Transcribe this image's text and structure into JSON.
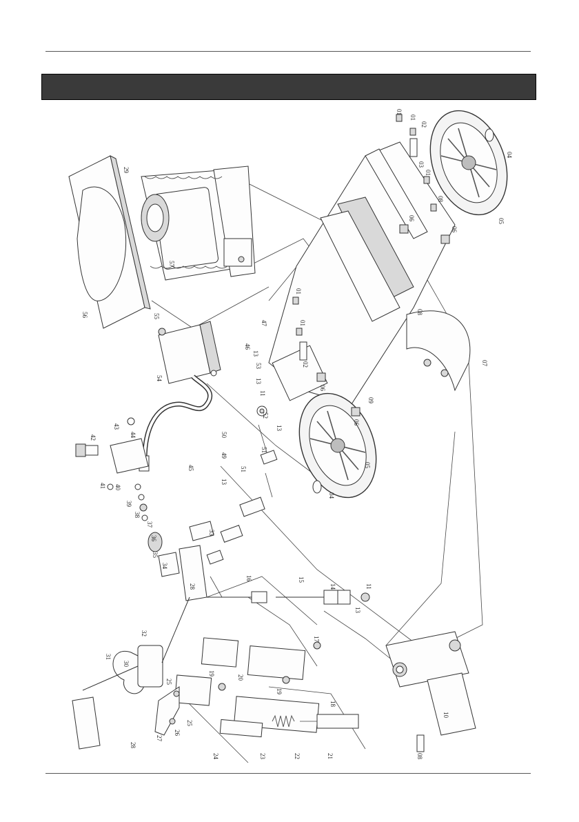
{
  "page": {
    "title": "",
    "footer": ""
  },
  "diagram": {
    "type": "exploded-parts-view",
    "part_labels": [
      {
        "id": "l01a",
        "text": "01"
      },
      {
        "id": "l01b",
        "text": "01"
      },
      {
        "id": "l02a",
        "text": "02"
      },
      {
        "id": "l03",
        "text": "03"
      },
      {
        "id": "l01c",
        "text": "01"
      },
      {
        "id": "l04a",
        "text": "04"
      },
      {
        "id": "l05a",
        "text": "05"
      },
      {
        "id": "l08a",
        "text": "08"
      },
      {
        "id": "l06a",
        "text": "06"
      },
      {
        "id": "l06b",
        "text": "06"
      },
      {
        "id": "l01d",
        "text": "01"
      },
      {
        "id": "l01e",
        "text": "01"
      },
      {
        "id": "l02b",
        "text": "02"
      },
      {
        "id": "l09",
        "text": "09"
      },
      {
        "id": "l08b",
        "text": "08"
      },
      {
        "id": "l07",
        "text": "07"
      },
      {
        "id": "l06c",
        "text": "06"
      },
      {
        "id": "l06d",
        "text": "06"
      },
      {
        "id": "l05b",
        "text": "05"
      },
      {
        "id": "l04b",
        "text": "04"
      },
      {
        "id": "l29",
        "text": "29"
      },
      {
        "id": "l56",
        "text": "56"
      },
      {
        "id": "l57",
        "text": "57"
      },
      {
        "id": "l55",
        "text": "55"
      },
      {
        "id": "l54",
        "text": "54"
      },
      {
        "id": "l46",
        "text": "46"
      },
      {
        "id": "l47",
        "text": "47"
      },
      {
        "id": "l13a",
        "text": "13"
      },
      {
        "id": "l53",
        "text": "53"
      },
      {
        "id": "l13b",
        "text": "13"
      },
      {
        "id": "l11a",
        "text": "11"
      },
      {
        "id": "l52",
        "text": "52"
      },
      {
        "id": "l13c",
        "text": "13"
      },
      {
        "id": "l50",
        "text": "50"
      },
      {
        "id": "l51a",
        "text": "51"
      },
      {
        "id": "l51b",
        "text": "51"
      },
      {
        "id": "l49",
        "text": "49"
      },
      {
        "id": "l13d",
        "text": "13"
      },
      {
        "id": "l42",
        "text": "42"
      },
      {
        "id": "l43",
        "text": "43"
      },
      {
        "id": "l44",
        "text": "44"
      },
      {
        "id": "l41",
        "text": "41"
      },
      {
        "id": "l40",
        "text": "40"
      },
      {
        "id": "l39",
        "text": "39"
      },
      {
        "id": "l38",
        "text": "38"
      },
      {
        "id": "l37",
        "text": "37"
      },
      {
        "id": "l36",
        "text": "36"
      },
      {
        "id": "l35",
        "text": "35"
      },
      {
        "id": "l34",
        "text": "34"
      },
      {
        "id": "l33",
        "text": "33"
      },
      {
        "id": "l45",
        "text": "45"
      },
      {
        "id": "l28a",
        "text": "28"
      },
      {
        "id": "l32",
        "text": "32"
      },
      {
        "id": "l31",
        "text": "31"
      },
      {
        "id": "l30",
        "text": "30"
      },
      {
        "id": "l28b",
        "text": "28"
      },
      {
        "id": "l19a",
        "text": "19"
      },
      {
        "id": "l20",
        "text": "20"
      },
      {
        "id": "l16",
        "text": "16"
      },
      {
        "id": "l15",
        "text": "15"
      },
      {
        "id": "l14",
        "text": "14"
      },
      {
        "id": "l11b",
        "text": "11"
      },
      {
        "id": "l13e",
        "text": "13"
      },
      {
        "id": "l17",
        "text": "17"
      },
      {
        "id": "l18",
        "text": "18"
      },
      {
        "id": "l19b",
        "text": "19"
      },
      {
        "id": "l25a",
        "text": "25"
      },
      {
        "id": "l27",
        "text": "27"
      },
      {
        "id": "l26",
        "text": "26"
      },
      {
        "id": "l25b",
        "text": "25"
      },
      {
        "id": "l24",
        "text": "24"
      },
      {
        "id": "l23",
        "text": "23"
      },
      {
        "id": "l22",
        "text": "22"
      },
      {
        "id": "l21",
        "text": "21"
      },
      {
        "id": "l10",
        "text": "10"
      },
      {
        "id": "l08c",
        "text": "08"
      }
    ]
  }
}
